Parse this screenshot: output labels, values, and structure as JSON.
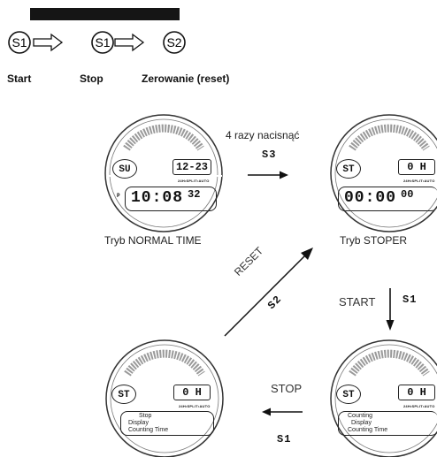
{
  "sequence": {
    "buttons": [
      "S1",
      "S1",
      "S2"
    ],
    "labels": [
      "Start",
      "Stop",
      "Zerowanie (reset)"
    ]
  },
  "watches": {
    "normal": {
      "caption": "Tryb NORMAL TIME",
      "day": "SU",
      "date": "12-23",
      "mode_line": "24H•SPLIT•AUTO",
      "time": "10:08",
      "seconds": "32",
      "pm_mark": "P"
    },
    "stopwatch": {
      "caption": "Tryb STOPER",
      "mode": "ST",
      "counter": "0 H",
      "mode_line": "24H•SPLIT•AUTO",
      "time": "00:00",
      "seconds": "00"
    },
    "counting": {
      "mode": "ST",
      "counter": "0 H",
      "mode_line": "24H•SPLIT•AUTO",
      "message": [
        "Counting",
        "Display",
        "Counting Time"
      ]
    },
    "stopped": {
      "mode": "ST",
      "counter": "0 H",
      "mode_line": "24H•SPLIT•AUTO",
      "message": [
        "Stop",
        "Display",
        "Counting Time"
      ]
    }
  },
  "transitions": {
    "to_stopwatch": {
      "text": "4 razy nacisnąć",
      "button": "S3"
    },
    "start": {
      "text": "START",
      "button": "S1"
    },
    "stop": {
      "text": "STOP",
      "button": "S1"
    },
    "reset": {
      "text": "RESET",
      "button": "S2"
    }
  }
}
